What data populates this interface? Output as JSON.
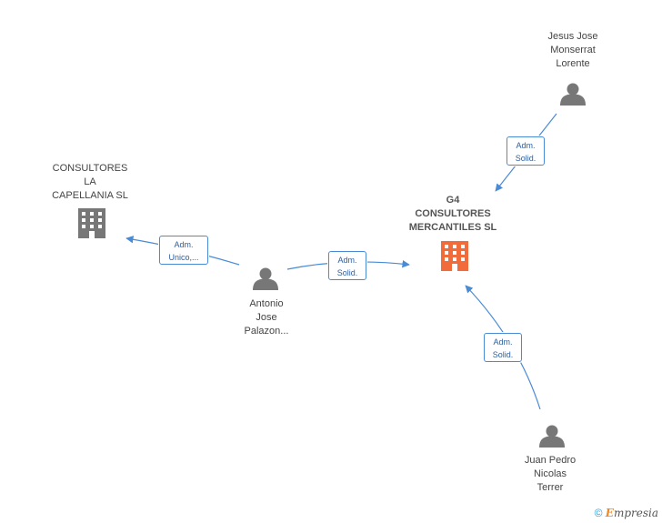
{
  "nodes": {
    "jesus": {
      "label": "Jesus Jose\nMonserrat\nLorente"
    },
    "g4": {
      "label": "G4\nCONSULTORES\nMERCANTILES SL"
    },
    "capellania": {
      "label": "CONSULTORES\nLA\nCAPELLANIA SL"
    },
    "antonio": {
      "label": "Antonio\nJose\nPalazon..."
    },
    "juan": {
      "label": "Juan Pedro\nNicolas\nTerrer"
    }
  },
  "edges": {
    "jesus_g4": {
      "line1": "Adm.",
      "line2": "Solid."
    },
    "antonio_capellania": {
      "line1": "Adm.",
      "line2": "Unico,..."
    },
    "antonio_g4": {
      "line1": "Adm.",
      "line2": "Solid."
    },
    "juan_g4": {
      "line1": "Adm.",
      "line2": "Solid."
    }
  },
  "footer": {
    "copyright": "©",
    "brand_initial": "E",
    "brand_rest": "mpresia"
  },
  "colors": {
    "edge": "#4a8bd6",
    "main_company": "#f26b3a",
    "company": "#777777",
    "person": "#777777"
  }
}
